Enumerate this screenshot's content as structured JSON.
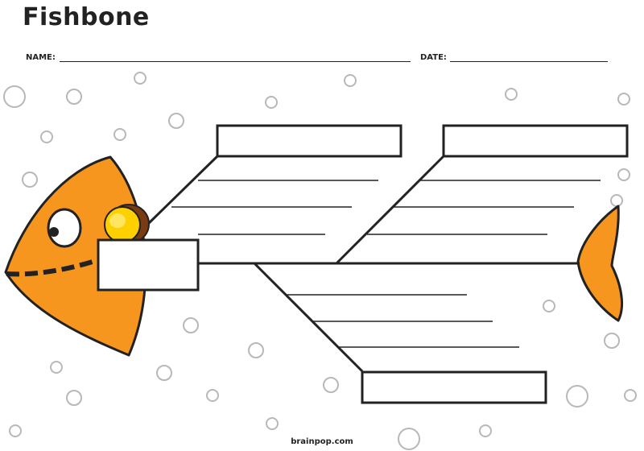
{
  "header": {
    "title": "Fishbone",
    "name_label": "NAME:",
    "name_value": "",
    "date_label": "DATE:",
    "date_value": ""
  },
  "diagram": {
    "head_box_text": "",
    "cause_boxes": [
      {
        "id": "top-left",
        "text": ""
      },
      {
        "id": "top-right",
        "text": ""
      },
      {
        "id": "bottom",
        "text": ""
      }
    ],
    "fish_color": "#f6961e",
    "eye_color": "#ffd000"
  },
  "footer": {
    "text": "brainpop.com"
  }
}
